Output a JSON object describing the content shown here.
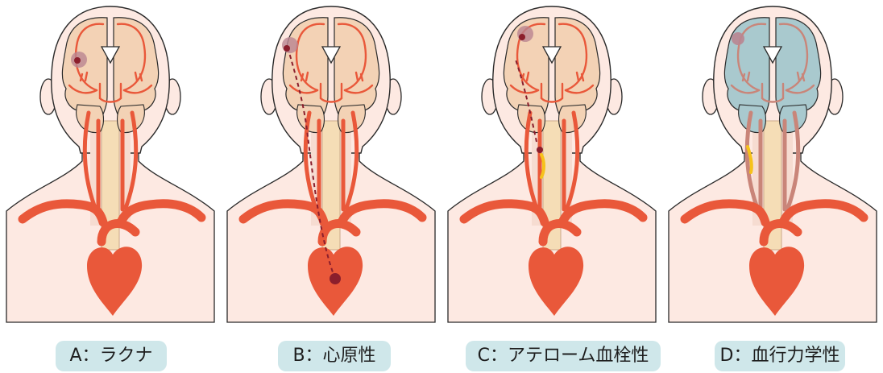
{
  "panels": [
    {
      "id": "A",
      "label": "A：ラクナ",
      "lesion": "lacunar"
    },
    {
      "id": "B",
      "label": "B：心原性",
      "lesion": "cardioembolic"
    },
    {
      "id": "C",
      "label": "C：アテローム血栓性",
      "lesion": "atherothrombotic"
    },
    {
      "id": "D",
      "label": "D：血行力学性",
      "lesion": "hemodynamic"
    }
  ],
  "colors": {
    "skin": "#fde9e2",
    "outline": "#2a2a2a",
    "brain": "#f3d2b5",
    "brain_ischemic": "#a9c9ce",
    "artery": "#e9583a",
    "artery_dim": "#c98579",
    "clot": "#8b1e2c",
    "infarct_halo": "#b98591",
    "plaque": "#f6c21a",
    "label_bg": "#cfe7ea"
  }
}
